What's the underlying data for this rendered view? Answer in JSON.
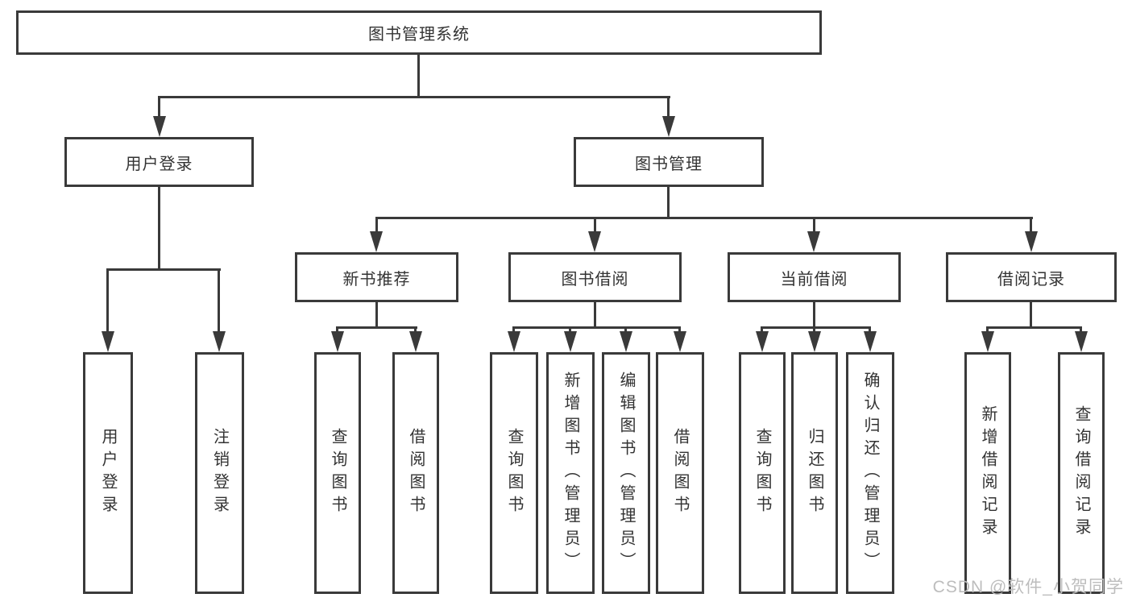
{
  "diagram": {
    "title": "图书管理系统",
    "watermark": "CSDN @软件_小贺同学",
    "colors": {
      "line": "#3a3a3a",
      "text": "#333333",
      "watermark": "#bdbdbd",
      "background": "#ffffff"
    },
    "nodes": {
      "root": {
        "label": "图书管理系统"
      },
      "user_login": {
        "label": "用户登录"
      },
      "book_mgmt": {
        "label": "图书管理"
      },
      "new_book_rec": {
        "label": "新书推荐"
      },
      "book_borrow": {
        "label": "图书借阅"
      },
      "current_borrow": {
        "label": "当前借阅"
      },
      "borrow_record": {
        "label": "借阅记录"
      },
      "leaf_user_login": {
        "label": "用户登录"
      },
      "leaf_logout": {
        "label": "注销登录"
      },
      "nb_query": {
        "label": "查询图书"
      },
      "nb_borrow": {
        "label": "借阅图书"
      },
      "bb_query": {
        "label": "查询图书"
      },
      "bb_add": {
        "label": "新增图书（管理员）"
      },
      "bb_edit": {
        "label": "编辑图书（管理员）"
      },
      "bb_borrow": {
        "label": "借阅图书"
      },
      "cb_query": {
        "label": "查询图书"
      },
      "cb_return": {
        "label": "归还图书"
      },
      "cb_confirm": {
        "label": "确认归还（管理员）"
      },
      "br_add": {
        "label": "新增借阅记录"
      },
      "br_query": {
        "label": "查询借阅记录"
      }
    },
    "edges": [
      [
        "root",
        "user_login"
      ],
      [
        "root",
        "book_mgmt"
      ],
      [
        "user_login",
        "leaf_user_login"
      ],
      [
        "user_login",
        "leaf_logout"
      ],
      [
        "book_mgmt",
        "new_book_rec"
      ],
      [
        "book_mgmt",
        "book_borrow"
      ],
      [
        "book_mgmt",
        "current_borrow"
      ],
      [
        "book_mgmt",
        "borrow_record"
      ],
      [
        "new_book_rec",
        "nb_query"
      ],
      [
        "new_book_rec",
        "nb_borrow"
      ],
      [
        "book_borrow",
        "bb_query"
      ],
      [
        "book_borrow",
        "bb_add"
      ],
      [
        "book_borrow",
        "bb_edit"
      ],
      [
        "book_borrow",
        "bb_borrow"
      ],
      [
        "current_borrow",
        "cb_query"
      ],
      [
        "current_borrow",
        "cb_return"
      ],
      [
        "current_borrow",
        "cb_confirm"
      ],
      [
        "borrow_record",
        "br_add"
      ],
      [
        "borrow_record",
        "br_query"
      ]
    ]
  }
}
